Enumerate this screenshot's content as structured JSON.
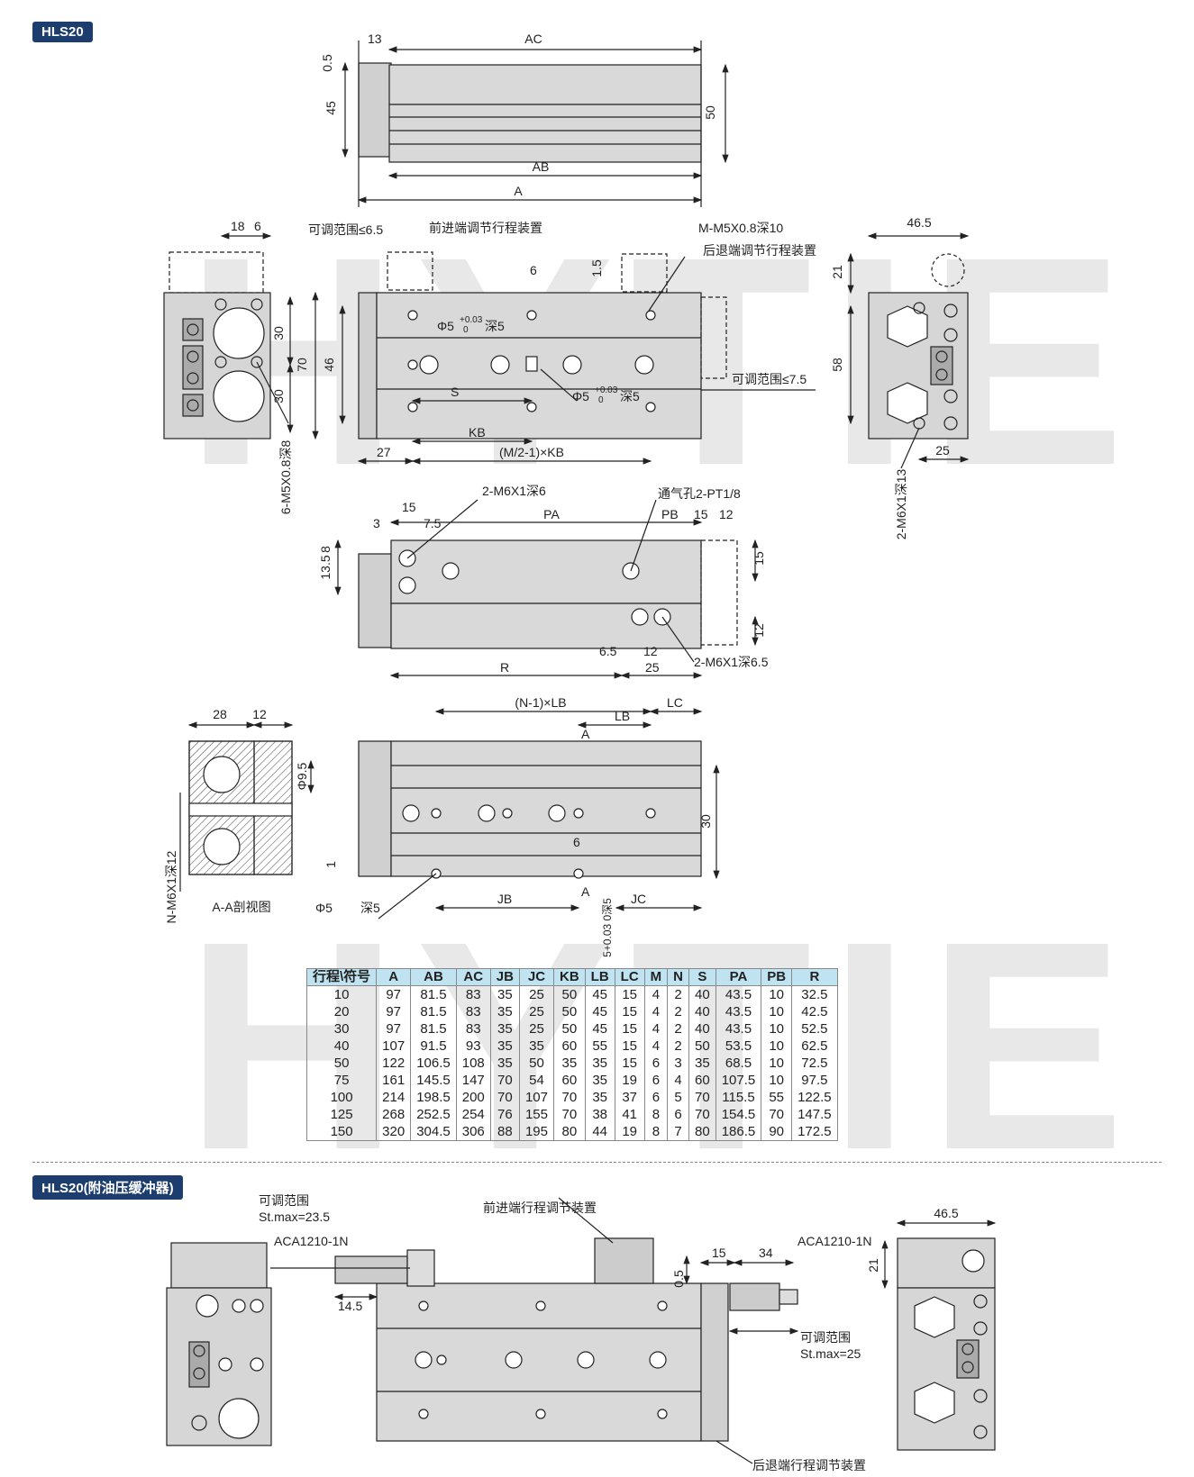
{
  "badges": {
    "main": "HLS20",
    "secondary": "HLS20(附油压缓冲器)"
  },
  "watermark": "HYTIE",
  "labels": {
    "top_view": {
      "d0_5": "0.5",
      "d13": "13",
      "ac": "AC",
      "d45": "45",
      "d50": "50",
      "ab": "AB",
      "a": "A"
    },
    "side_left": {
      "d18": "18",
      "d6": "6",
      "d30a": "30",
      "d70": "70",
      "d30b": "30",
      "thread": "6-M5X0.8深8"
    },
    "front": {
      "range_front": "可调范围≤6.5",
      "front_adjust": "前进端调节行程装置",
      "m_thread": "M-M5X0.8深10",
      "rear_adjust": "后退端调节行程装置",
      "d1_5": "1.5",
      "d6": "6",
      "phi5": "Φ5",
      "tol": "+0.03",
      "tol0": "0",
      "deep5": "深5",
      "d46": "46",
      "s": "S",
      "range_rear": "可调范围≤7.5",
      "kb": "KB",
      "d27": "27",
      "m2kb": "(M/2-1)×KB"
    },
    "side_right": {
      "d46_5": "46.5",
      "d21": "21",
      "d58": "58",
      "d25": "25",
      "thread": "2-M6X1深13"
    },
    "bottom_view": {
      "m6_6": "2-M6X1深6",
      "vent": "通气孔2-PT1/8",
      "d3": "3",
      "d15": "15",
      "d7_5": "7.5",
      "pa": "PA",
      "pb": "PB",
      "d15b": "15",
      "d12": "12",
      "d13_5": "13.5",
      "d8": "8",
      "d15c": "15",
      "d12b": "12",
      "d6_5": "6.5",
      "d12c": "12",
      "r": "R",
      "d25": "25",
      "m6_6_5": "2-M6X1深6.5"
    },
    "section": {
      "d28": "28",
      "d12": "12",
      "phi9_5": "Φ9.5",
      "thread": "N-M6X1深12",
      "title": "A-A剖视图"
    },
    "lower_front": {
      "nlb": "(N-1)×LB",
      "lc": "LC",
      "lb": "LB",
      "a": "A",
      "d30": "30",
      "d6": "6",
      "d1": "1",
      "phi5": "Φ5",
      "deep5": "深5",
      "jb": "JB",
      "a2": "A",
      "jc": "JC",
      "tol_v": "5+0.03 0深5"
    },
    "buffer": {
      "range": "可调范围",
      "stmax": "St.max=23.5",
      "aca_l": "ACA1210-1N",
      "front_adj": "前进端行程调节装置",
      "d0_5": "0.5",
      "d15": "15",
      "d34": "34",
      "aca_r": "ACA1210-1N",
      "d14_5": "14.5",
      "range2": "可调范围",
      "stmax2": "St.max=25",
      "rear_adj": "后退端行程调节装置",
      "d46_5": "46.5",
      "d21": "21"
    }
  },
  "table": {
    "headers": [
      "行程\\符号",
      "A",
      "AB",
      "AC",
      "JB",
      "JC",
      "KB",
      "LB",
      "LC",
      "M",
      "N",
      "S",
      "PA",
      "PB",
      "R"
    ],
    "rows": [
      [
        "10",
        "97",
        "81.5",
        "83",
        "35",
        "25",
        "50",
        "45",
        "15",
        "4",
        "2",
        "40",
        "43.5",
        "10",
        "32.5"
      ],
      [
        "20",
        "97",
        "81.5",
        "83",
        "35",
        "25",
        "50",
        "45",
        "15",
        "4",
        "2",
        "40",
        "43.5",
        "10",
        "42.5"
      ],
      [
        "30",
        "97",
        "81.5",
        "83",
        "35",
        "25",
        "50",
        "45",
        "15",
        "4",
        "2",
        "40",
        "43.5",
        "10",
        "52.5"
      ],
      [
        "40",
        "107",
        "91.5",
        "93",
        "35",
        "35",
        "60",
        "55",
        "15",
        "4",
        "2",
        "50",
        "53.5",
        "10",
        "62.5"
      ],
      [
        "50",
        "122",
        "106.5",
        "108",
        "35",
        "50",
        "35",
        "35",
        "15",
        "6",
        "3",
        "35",
        "68.5",
        "10",
        "72.5"
      ],
      [
        "75",
        "161",
        "145.5",
        "147",
        "70",
        "54",
        "60",
        "35",
        "19",
        "6",
        "4",
        "60",
        "107.5",
        "10",
        "97.5"
      ],
      [
        "100",
        "214",
        "198.5",
        "200",
        "70",
        "107",
        "70",
        "35",
        "37",
        "6",
        "5",
        "70",
        "115.5",
        "55",
        "122.5"
      ],
      [
        "125",
        "268",
        "252.5",
        "254",
        "76",
        "155",
        "70",
        "38",
        "41",
        "8",
        "6",
        "70",
        "154.5",
        "70",
        "147.5"
      ],
      [
        "150",
        "320",
        "304.5",
        "306",
        "88",
        "195",
        "80",
        "44",
        "19",
        "8",
        "7",
        "80",
        "186.5",
        "90",
        "172.5"
      ]
    ]
  },
  "colors": {
    "badge": "#1c3d6e",
    "header": "#bfe3f0",
    "body_gray": "#cfcfcf",
    "watermark": "#e6e6e6"
  }
}
